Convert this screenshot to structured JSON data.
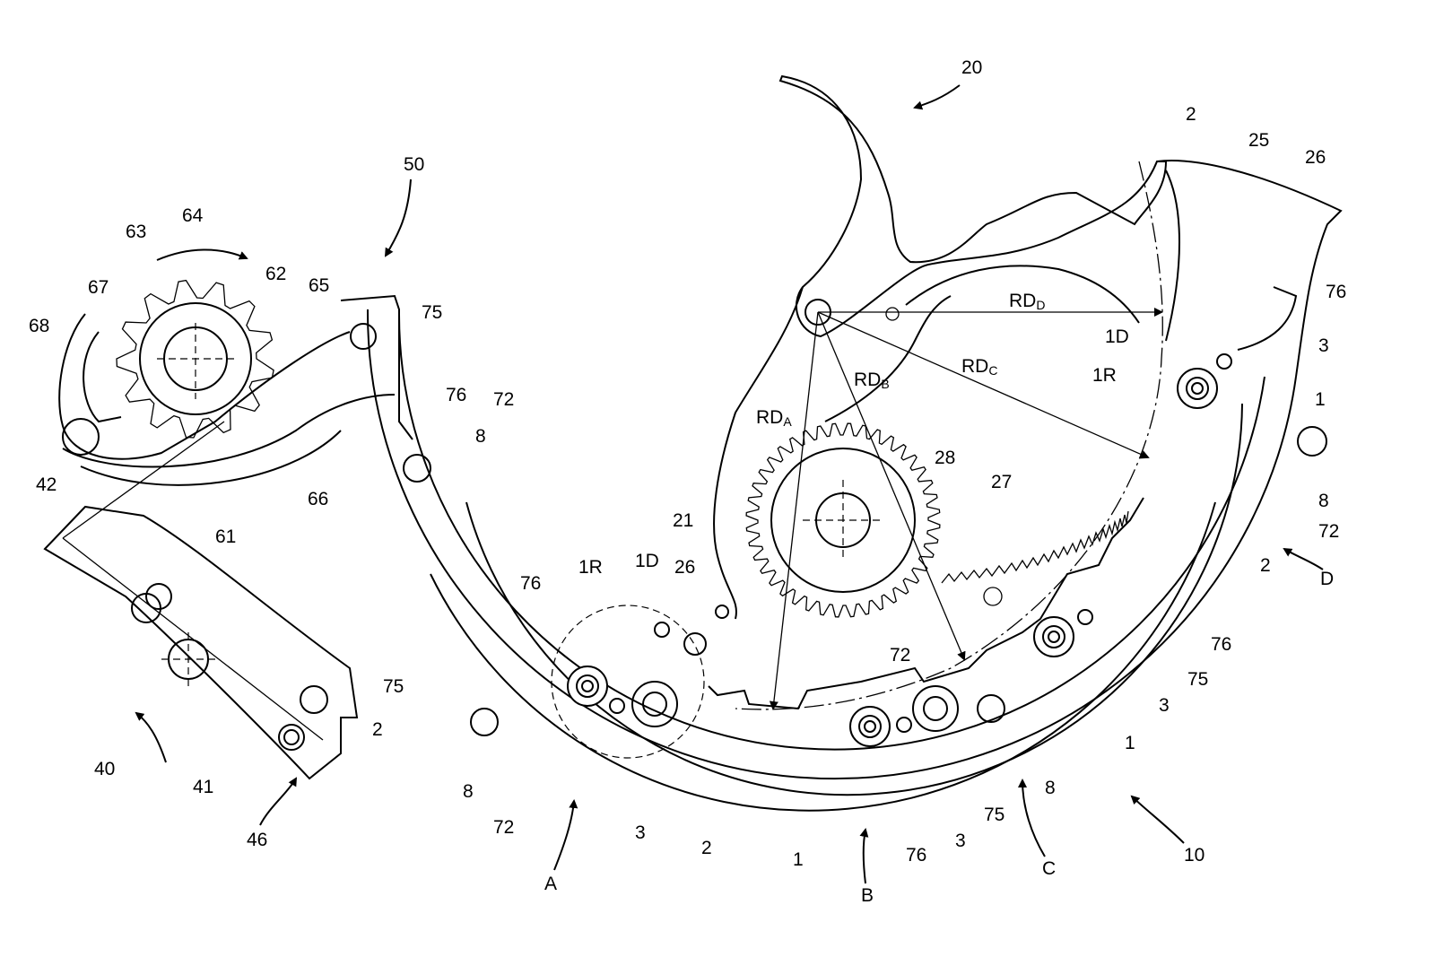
{
  "figure": {
    "labels": [
      "20",
      "2",
      "25",
      "26",
      "50",
      "64",
      "63",
      "62",
      "65",
      "67",
      "75",
      "76",
      "68",
      "1D",
      "3",
      "1R",
      "76",
      "72",
      "1",
      "8",
      "28",
      "8",
      "27",
      "42",
      "66",
      "61",
      "72",
      "21",
      "2",
      "D",
      "1R",
      "1D",
      "26",
      "76",
      "72",
      "76",
      "75",
      "75",
      "3",
      "2",
      "1",
      "40",
      "8",
      "41",
      "3",
      "2",
      "72",
      "8",
      "75",
      "1",
      "3",
      "76",
      "46",
      "A",
      "C",
      "10",
      "B"
    ],
    "radii": [
      {
        "main": "RD",
        "sub": "D"
      },
      {
        "main": "RD",
        "sub": "C"
      },
      {
        "main": "RD",
        "sub": "B"
      },
      {
        "main": "RD",
        "sub": "A"
      }
    ]
  }
}
